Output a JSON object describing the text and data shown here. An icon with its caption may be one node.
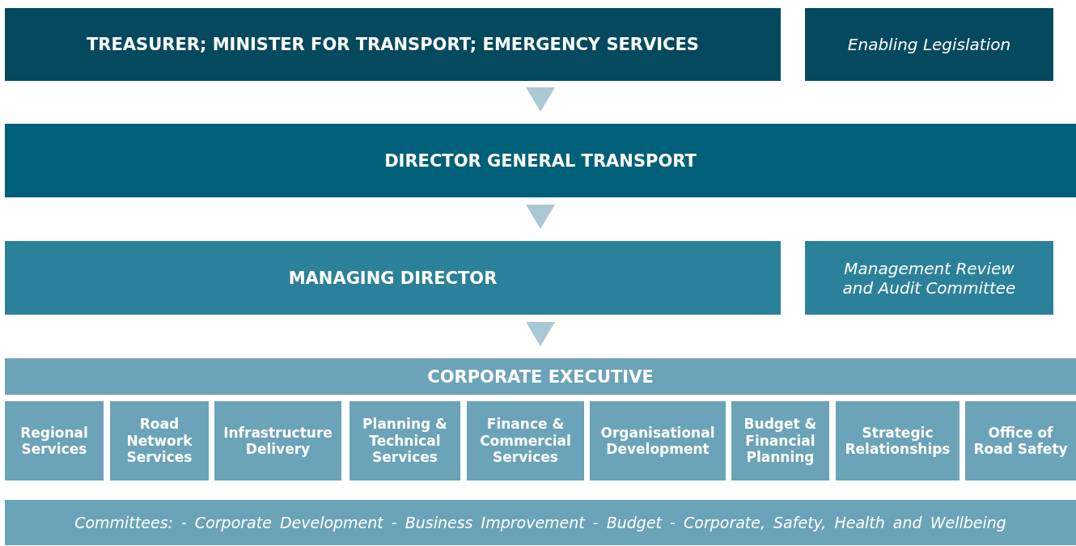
{
  "diagram": {
    "nodes": [
      {
        "text": [
          "TREASURER; MINISTER FOR TRANSPORT; EMERGENCY SERVICES"
        ]
      },
      {
        "text": [
          "Enabling Legislation"
        ]
      },
      {
        "text": [
          "DIRECTOR GENERAL TRANSPORT"
        ]
      },
      {
        "text": [
          "MANAGING DIRECTOR"
        ]
      },
      {
        "text": [
          "Management Review and Audit Committee"
        ]
      },
      {
        "text": [
          "CORPORATE EXECUTIVE"
        ]
      },
      {
        "text": [
          "Regional Services"
        ]
      },
      {
        "text": [
          "Road Network Services"
        ]
      },
      {
        "text": [
          "Infrastructure Delivery"
        ]
      },
      {
        "text": [
          "Planning & Technical Services"
        ]
      },
      {
        "text": [
          "Finance & Commercial Services"
        ]
      },
      {
        "text": [
          "Organisational Development"
        ]
      },
      {
        "text": [
          "Budget & Financial Planning"
        ]
      },
      {
        "text": [
          "Strategic Relationships"
        ]
      },
      {
        "text": [
          "Office of Road Safety"
        ]
      },
      {
        "text": [
          "Committees: - Corporate Development - Business Improvement - Budget - Corporate, Safety, Health and Wellbeing"
        ]
      }
    ],
    "edges": [
      {
        "from": 0,
        "to": 2,
        "arrow": "to"
      },
      {
        "from": 2,
        "to": 3,
        "arrow": "to"
      },
      {
        "from": 3,
        "to": 5,
        "arrow": "to"
      }
    ]
  }
}
